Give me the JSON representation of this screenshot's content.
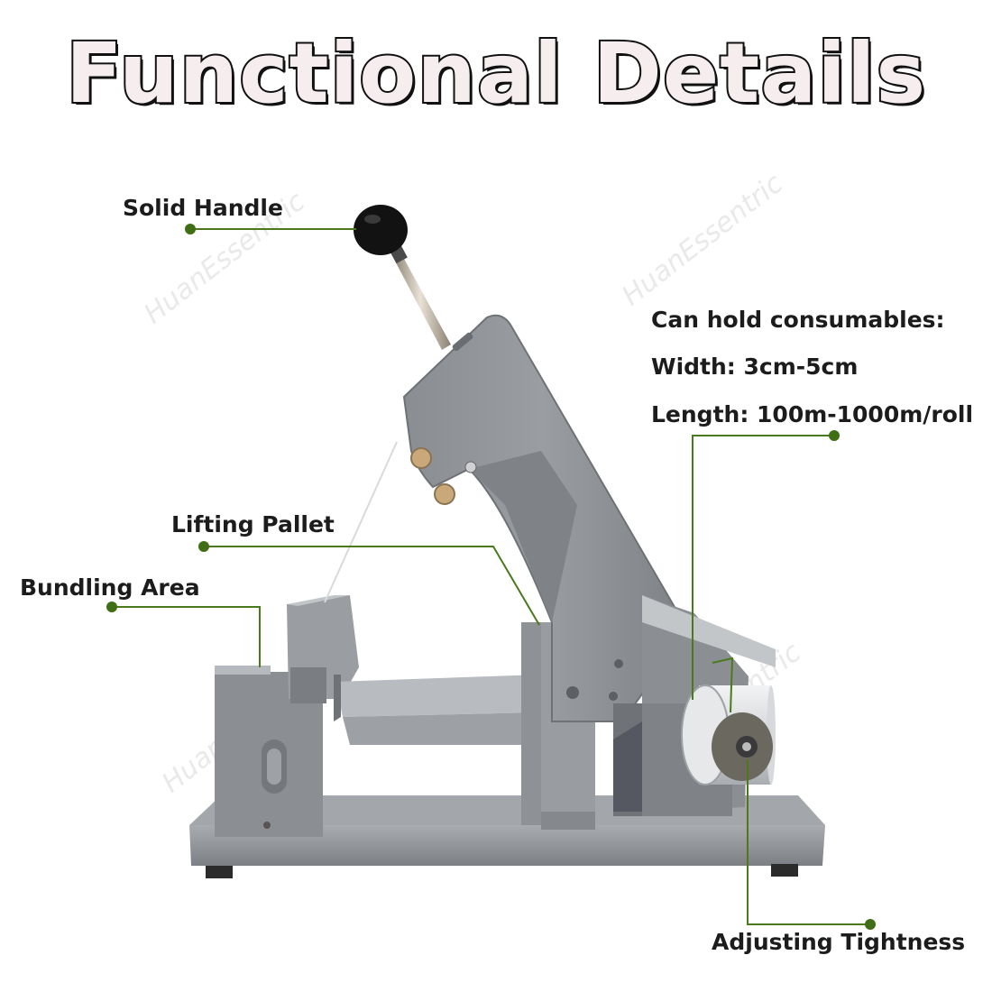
{
  "title": "Functional Details",
  "labels": {
    "solid_handle": "Solid Handle",
    "lifting_pallet": "Lifting Pallet",
    "bundling_area": "Bundling Area",
    "adjusting_tightness": "Adjusting Tightness"
  },
  "specs": {
    "heading": "Can hold consumables:",
    "width": "Width: 3cm-5cm",
    "length": "Length: 100m-1000m/roll"
  },
  "watermark": "HuanEssentric",
  "colors": {
    "leader_line": "#4a7a1c",
    "leader_dot": "#3f6e14",
    "machine_body": "#8e9196",
    "machine_dark": "#6c6f74",
    "machine_light": "#b4b7bb"
  }
}
